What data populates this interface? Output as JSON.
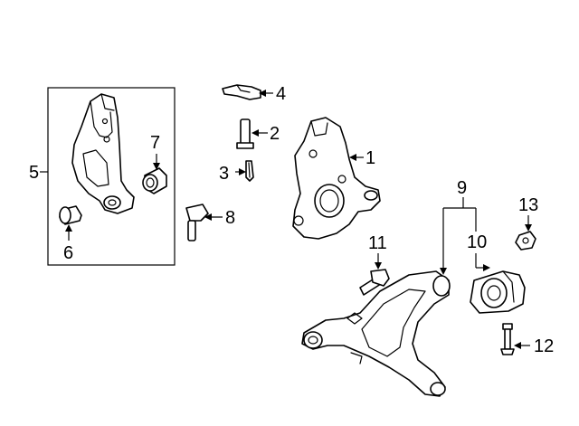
{
  "diagram": {
    "callouts": [
      "1",
      "2",
      "3",
      "4",
      "5",
      "6",
      "7",
      "8",
      "9",
      "10",
      "11",
      "12",
      "13"
    ],
    "colors": {
      "line": "#000000",
      "background": "#ffffff"
    }
  }
}
